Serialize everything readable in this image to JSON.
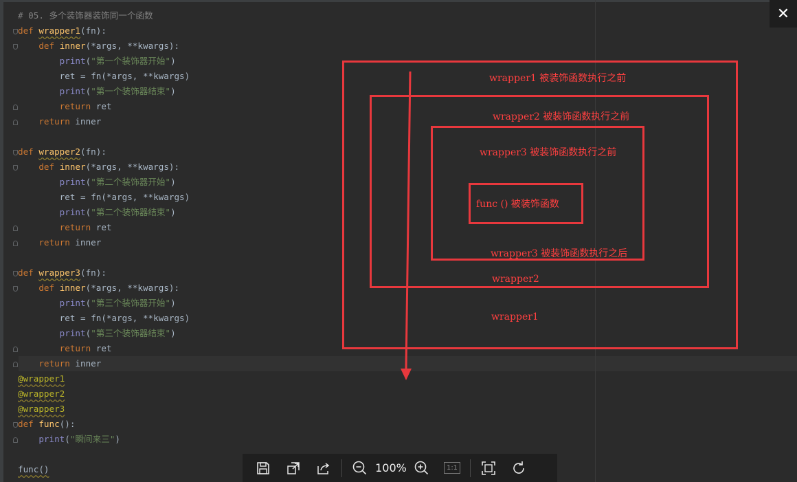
{
  "code_lines": [
    [
      {
        "c": "cm",
        "t": "# 05. 多个装饰器装饰同一个函数"
      }
    ],
    [
      {
        "c": "kw",
        "t": "def "
      },
      {
        "c": "fn uline",
        "t": "wrapper1"
      },
      {
        "c": "txt",
        "t": "(fn):"
      }
    ],
    [
      {
        "c": "txt",
        "t": "    "
      },
      {
        "c": "kw",
        "t": "def "
      },
      {
        "c": "fn",
        "t": "inner"
      },
      {
        "c": "txt",
        "t": "(*args, **kwargs):"
      }
    ],
    [
      {
        "c": "txt",
        "t": "        "
      },
      {
        "c": "bi",
        "t": "print"
      },
      {
        "c": "txt",
        "t": "("
      },
      {
        "c": "str",
        "t": "\"第一个装饰器开始\""
      },
      {
        "c": "txt",
        "t": ")"
      }
    ],
    [
      {
        "c": "txt",
        "t": "        ret = fn(*args, **kwargs)"
      }
    ],
    [
      {
        "c": "txt",
        "t": "        "
      },
      {
        "c": "bi",
        "t": "print"
      },
      {
        "c": "txt",
        "t": "("
      },
      {
        "c": "str",
        "t": "\"第一个装饰器结束\""
      },
      {
        "c": "txt",
        "t": ")"
      }
    ],
    [
      {
        "c": "txt",
        "t": "        "
      },
      {
        "c": "kw",
        "t": "return "
      },
      {
        "c": "txt",
        "t": "ret"
      }
    ],
    [
      {
        "c": "txt",
        "t": "    "
      },
      {
        "c": "kw",
        "t": "return "
      },
      {
        "c": "txt",
        "t": "inner"
      }
    ],
    [
      {
        "c": "txt",
        "t": ""
      }
    ],
    [
      {
        "c": "kw",
        "t": "def "
      },
      {
        "c": "fn uline",
        "t": "wrapper2"
      },
      {
        "c": "txt",
        "t": "(fn):"
      }
    ],
    [
      {
        "c": "txt",
        "t": "    "
      },
      {
        "c": "kw",
        "t": "def "
      },
      {
        "c": "fn",
        "t": "inner"
      },
      {
        "c": "txt",
        "t": "(*args, **kwargs):"
      }
    ],
    [
      {
        "c": "txt",
        "t": "        "
      },
      {
        "c": "bi",
        "t": "print"
      },
      {
        "c": "txt",
        "t": "("
      },
      {
        "c": "str",
        "t": "\"第二个装饰器开始\""
      },
      {
        "c": "txt",
        "t": ")"
      }
    ],
    [
      {
        "c": "txt",
        "t": "        ret = fn(*args, **kwargs)"
      }
    ],
    [
      {
        "c": "txt",
        "t": "        "
      },
      {
        "c": "bi",
        "t": "print"
      },
      {
        "c": "txt",
        "t": "("
      },
      {
        "c": "str",
        "t": "\"第二个装饰器结束\""
      },
      {
        "c": "txt",
        "t": ")"
      }
    ],
    [
      {
        "c": "txt",
        "t": "        "
      },
      {
        "c": "kw",
        "t": "return "
      },
      {
        "c": "txt",
        "t": "ret"
      }
    ],
    [
      {
        "c": "txt",
        "t": "    "
      },
      {
        "c": "kw",
        "t": "return "
      },
      {
        "c": "txt",
        "t": "inner"
      }
    ],
    [
      {
        "c": "txt",
        "t": ""
      }
    ],
    [
      {
        "c": "kw",
        "t": "def "
      },
      {
        "c": "fn uline",
        "t": "wrapper3"
      },
      {
        "c": "txt",
        "t": "(fn):"
      }
    ],
    [
      {
        "c": "txt",
        "t": "    "
      },
      {
        "c": "kw",
        "t": "def "
      },
      {
        "c": "fn",
        "t": "inner"
      },
      {
        "c": "txt",
        "t": "(*args, **kwargs):"
      }
    ],
    [
      {
        "c": "txt",
        "t": "        "
      },
      {
        "c": "bi",
        "t": "print"
      },
      {
        "c": "txt",
        "t": "("
      },
      {
        "c": "str",
        "t": "\"第三个装饰器开始\""
      },
      {
        "c": "txt",
        "t": ")"
      }
    ],
    [
      {
        "c": "txt",
        "t": "        ret = fn(*args, **kwargs)"
      }
    ],
    [
      {
        "c": "txt",
        "t": "        "
      },
      {
        "c": "bi",
        "t": "print"
      },
      {
        "c": "txt",
        "t": "("
      },
      {
        "c": "str",
        "t": "\"第三个装饰器结束\""
      },
      {
        "c": "txt",
        "t": ")"
      }
    ],
    [
      {
        "c": "txt",
        "t": "        "
      },
      {
        "c": "kw",
        "t": "return "
      },
      {
        "c": "txt",
        "t": "ret"
      }
    ],
    [
      {
        "c": "txt",
        "t": "    "
      },
      {
        "c": "kw",
        "t": "return "
      },
      {
        "c": "txt",
        "t": "inner"
      }
    ],
    [
      {
        "c": "dec uline",
        "t": "@wrapper1"
      }
    ],
    [
      {
        "c": "dec uline",
        "t": "@wrapper2"
      }
    ],
    [
      {
        "c": "dec uline",
        "t": "@wrapper3"
      }
    ],
    [
      {
        "c": "kw",
        "t": "def "
      },
      {
        "c": "fn",
        "t": "func"
      },
      {
        "c": "txt",
        "t": "():"
      }
    ],
    [
      {
        "c": "txt",
        "t": "    "
      },
      {
        "c": "bi",
        "t": "print"
      },
      {
        "c": "txt",
        "t": "("
      },
      {
        "c": "str",
        "t": "\"瞬间来三\""
      },
      {
        "c": "txt",
        "t": ")"
      }
    ],
    [
      {
        "c": "txt",
        "t": ""
      }
    ],
    [
      {
        "c": "txt uline",
        "t": "func()"
      }
    ]
  ],
  "annotations": {
    "w1_before": "wrapper1 被装饰函数执行之前",
    "w2_before": "wrapper2 被装饰函数执行之前",
    "w3_before": "wrapper3 被装饰函数执行之前",
    "func_label": "func () 被装饰函数",
    "w3_after": "wrapper3 被装饰函数执行之后",
    "w2_after": "wrapper2",
    "w1_after": "wrapper1"
  },
  "viewer": {
    "close_label": "✕",
    "zoom_label": "100%",
    "actual_size_label": "1:1"
  },
  "icons": [
    "save-icon",
    "window-icon",
    "share-icon",
    "zoom-out-icon",
    "zoom-in-icon",
    "actual-size-icon",
    "fit-screen-icon",
    "rotate-icon",
    "close-icon"
  ],
  "colors": {
    "annotation_red": "#e8383d",
    "editor_bg": "#2b2b2b",
    "toolbar_bg": "#1f1f1f"
  }
}
